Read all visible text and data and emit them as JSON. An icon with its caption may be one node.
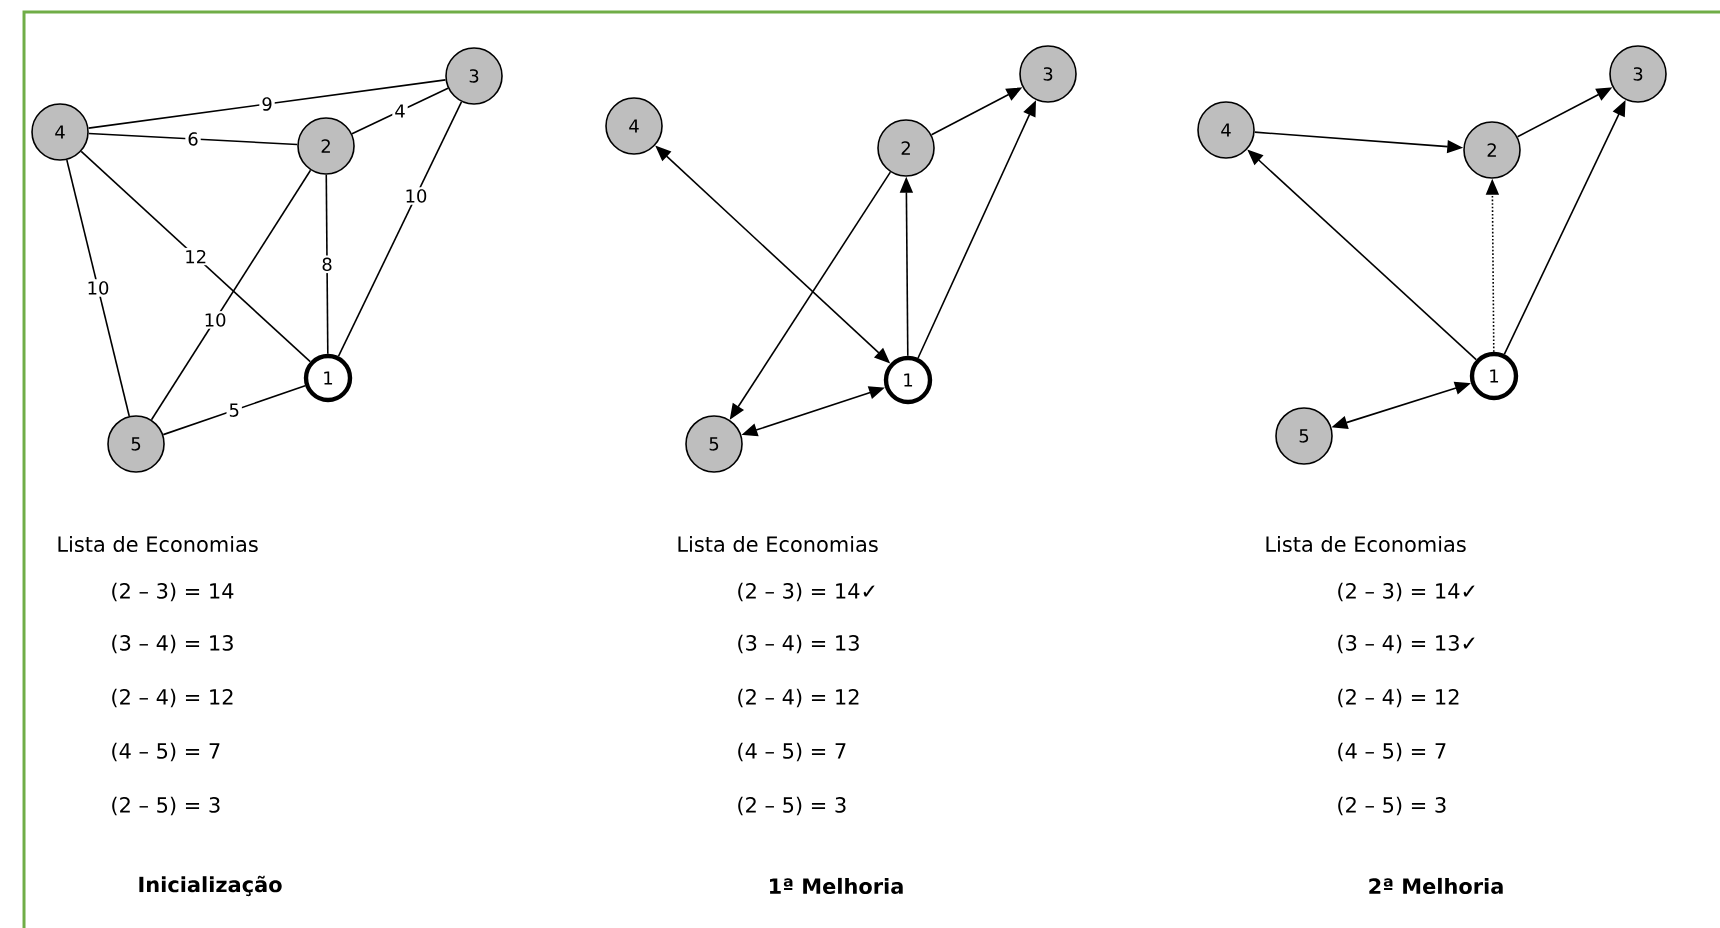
{
  "diagram": {
    "nodes": [
      {
        "text": [
          "4"
        ]
      },
      {
        "text": [
          "2"
        ]
      },
      {
        "text": [
          "3"
        ]
      },
      {
        "text": [
          "1"
        ]
      },
      {
        "text": [
          "5"
        ]
      },
      {
        "text": [
          "4"
        ]
      },
      {
        "text": [
          "2"
        ]
      },
      {
        "text": [
          "3"
        ]
      },
      {
        "text": [
          "1"
        ]
      },
      {
        "text": [
          "5"
        ]
      },
      {
        "text": [
          "4"
        ]
      },
      {
        "text": [
          "2"
        ]
      },
      {
        "text": [
          "3"
        ]
      },
      {
        "text": [
          "1"
        ]
      },
      {
        "text": [
          "5"
        ]
      }
    ],
    "edges": [
      {
        "from": 0,
        "to": 2,
        "arrow": "none",
        "label": "9"
      },
      {
        "from": 0,
        "to": 1,
        "arrow": "none",
        "label": "6"
      },
      {
        "from": 1,
        "to": 2,
        "arrow": "none",
        "label": "4"
      },
      {
        "from": 2,
        "to": 3,
        "arrow": "none",
        "label": "10"
      },
      {
        "from": 0,
        "to": 3,
        "arrow": "none",
        "label": "12"
      },
      {
        "from": 1,
        "to": 3,
        "arrow": "none",
        "label": "8"
      },
      {
        "from": 1,
        "to": 4,
        "arrow": "none",
        "label": "10"
      },
      {
        "from": 0,
        "to": 4,
        "arrow": "none",
        "label": "10"
      },
      {
        "from": 4,
        "to": 3,
        "arrow": "none",
        "label": "5"
      },
      {
        "from": 8,
        "to": 5,
        "arrow": "both"
      },
      {
        "from": 6,
        "to": 7,
        "arrow": "to"
      },
      {
        "from": 6,
        "to": 9,
        "arrow": "to"
      },
      {
        "from": 8,
        "to": 6,
        "arrow": "to"
      },
      {
        "from": 8,
        "to": 7,
        "arrow": "to"
      },
      {
        "from": 9,
        "to": 8,
        "arrow": "both"
      },
      {
        "from": 10,
        "to": 11,
        "arrow": "to"
      },
      {
        "from": 11,
        "to": 12,
        "arrow": "to"
      },
      {
        "from": 13,
        "to": 10,
        "arrow": "to"
      },
      {
        "from": 13,
        "to": 11,
        "arrow": "to",
        "style": "dashed"
      },
      {
        "from": 13,
        "to": 12,
        "arrow": "to"
      },
      {
        "from": 14,
        "to": 13,
        "arrow": "both"
      }
    ],
    "labels": [
      "Lista de Economias",
      "(2 – 3)  = 14",
      "(3 – 4)  = 13",
      "(2 – 4) = 12",
      "(4 – 5) = 7",
      "(2 – 5) = 3",
      "Inicialização",
      "Lista de Economias",
      "(2 – 3) = 14✓",
      "(3 – 4) = 13",
      "(2 – 4) = 12",
      "(4 – 5) = 7",
      "(2 – 5) = 3",
      "1ª Melhoria",
      "Lista de Economias",
      "(2 – 3) = 14✓",
      "(3 – 4) = 13✓",
      "(2 – 4) = 12",
      "(4 – 5) = 7",
      "(2 – 5) = 3",
      "2ª Melhoria"
    ]
  }
}
